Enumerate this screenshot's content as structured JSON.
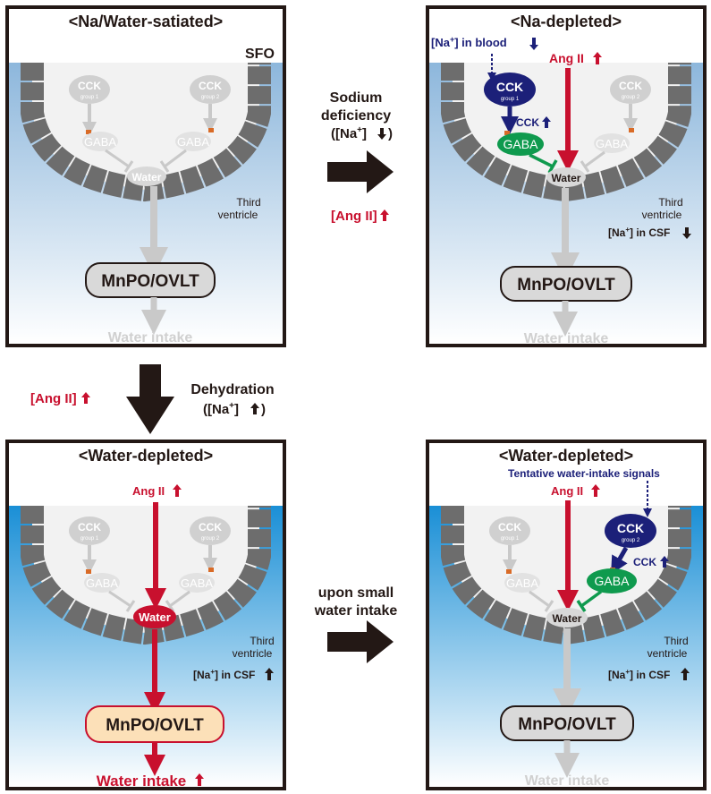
{
  "colors": {
    "red": "#c8102e",
    "navy": "#1c2079",
    "green": "#0f9a4e",
    "grey_text": "#c9c9c9",
    "wall": "#6d6d6d",
    "dark_arrow": "#231815",
    "water_box_fill": "#fce0b8",
    "orange_dot": "#d96b27"
  },
  "common": {
    "cck": "CCK",
    "group1": "group 1",
    "group2": "group 2",
    "gaba": "GABA",
    "water": "Water",
    "mnpo": "MnPO/OVLT",
    "water_intake": "Water intake",
    "third": "Third",
    "ventricle": "ventricle",
    "ang": "Ang II",
    "cck_arrow": "CCK",
    "na_csf": "[Na",
    "na_csf_sup": "+",
    "na_csf_tail": "] in CSF"
  },
  "panels": {
    "p1": {
      "title": "<Na/Water-satiated>",
      "sfo": "SFO"
    },
    "p2": {
      "title": "<Na-depleted>",
      "na_blood": "[Na",
      "na_blood_sup": "+",
      "na_blood_tail": "] in blood"
    },
    "p3": {
      "title": "<Water-depleted>"
    },
    "p4": {
      "title": "<Water-depleted>",
      "tentative": "Tentative water-intake signals"
    }
  },
  "transitions": {
    "right_top": {
      "line1": "Sodium",
      "line2": "deficiency",
      "line3": "([Na",
      "sup": "+",
      "line3_tail": "]",
      "ang": "[Ang II]"
    },
    "down_left": {
      "ang": "[Ang II]",
      "line1": "Dehydration",
      "line2": "([Na",
      "sup": "+",
      "line2_tail": "]",
      "close": ")"
    },
    "right_bottom": {
      "line1": "upon small",
      "line2": "water intake"
    }
  }
}
